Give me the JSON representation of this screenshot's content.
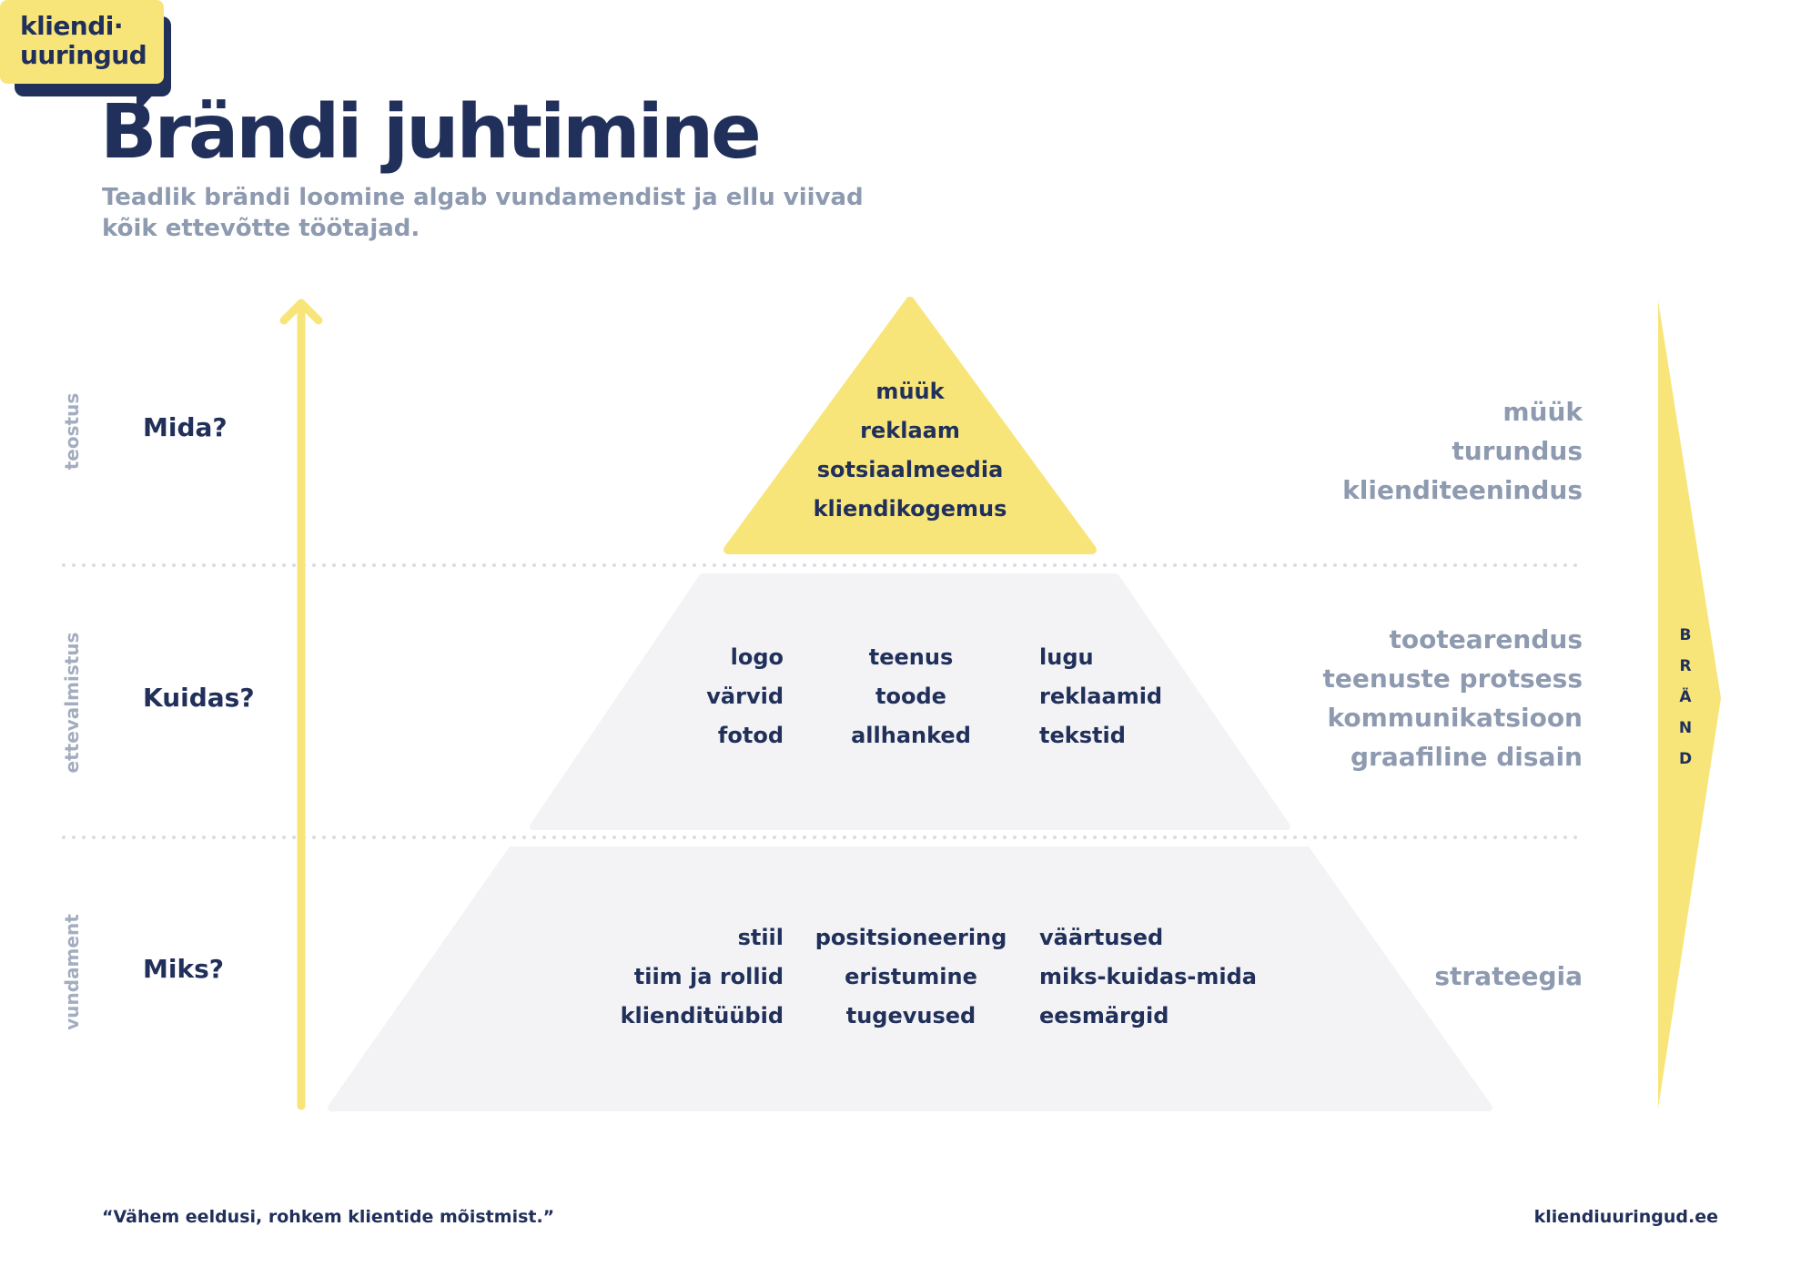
{
  "header": {
    "title": "Brändi juhtimine",
    "subtitle_lines": [
      "Teadlik brändi loomine algab vundamendist ja ellu viivad",
      "kõik ettevõtte töötajad."
    ]
  },
  "logo": {
    "line1": "kliendi·",
    "line2": "uuringud"
  },
  "levels": [
    {
      "side_label": "teostus",
      "question": "Mida?",
      "pyramid_items": [
        [
          "müük",
          "reklaam",
          "sotsiaalmeedia",
          "kliendikogemus"
        ]
      ],
      "right_items": [
        "müük",
        "turundus",
        "klienditeenindus"
      ]
    },
    {
      "side_label": "ettevalmistus",
      "question": "Kuidas?",
      "pyramid_items": [
        [
          "logo",
          "värvid",
          "fotod"
        ],
        [
          "teenus",
          "toode",
          "allhanked"
        ],
        [
          "lugu",
          "reklaamid",
          "tekstid"
        ]
      ],
      "right_items": [
        "tootearendus",
        "teenuste protsess",
        "kommunikatsioon",
        "graafiline disain"
      ]
    },
    {
      "side_label": "vundament",
      "question": "Miks?",
      "pyramid_items": [
        [
          "stiil",
          "tiim ja rollid",
          "klienditüübid"
        ],
        [
          "positsioneering",
          "eristumine",
          "tugevused"
        ],
        [
          "väärtused",
          "miks-kuidas-mida",
          "eesmärgid"
        ]
      ],
      "right_items": [
        "strateegia"
      ]
    }
  ],
  "brand_arrow": {
    "letters": [
      "B",
      "R",
      "Ä",
      "N",
      "D"
    ]
  },
  "footer": {
    "quote": "“Vähem eeldusi, rohkem klientide mõistmist.”",
    "website": "kliendiuuringud.ee"
  },
  "colors": {
    "navy": "#21305a",
    "yellow": "#f8e57a",
    "grey_text": "#8e9ab0",
    "pyramid_grey": "#f3f3f5"
  }
}
